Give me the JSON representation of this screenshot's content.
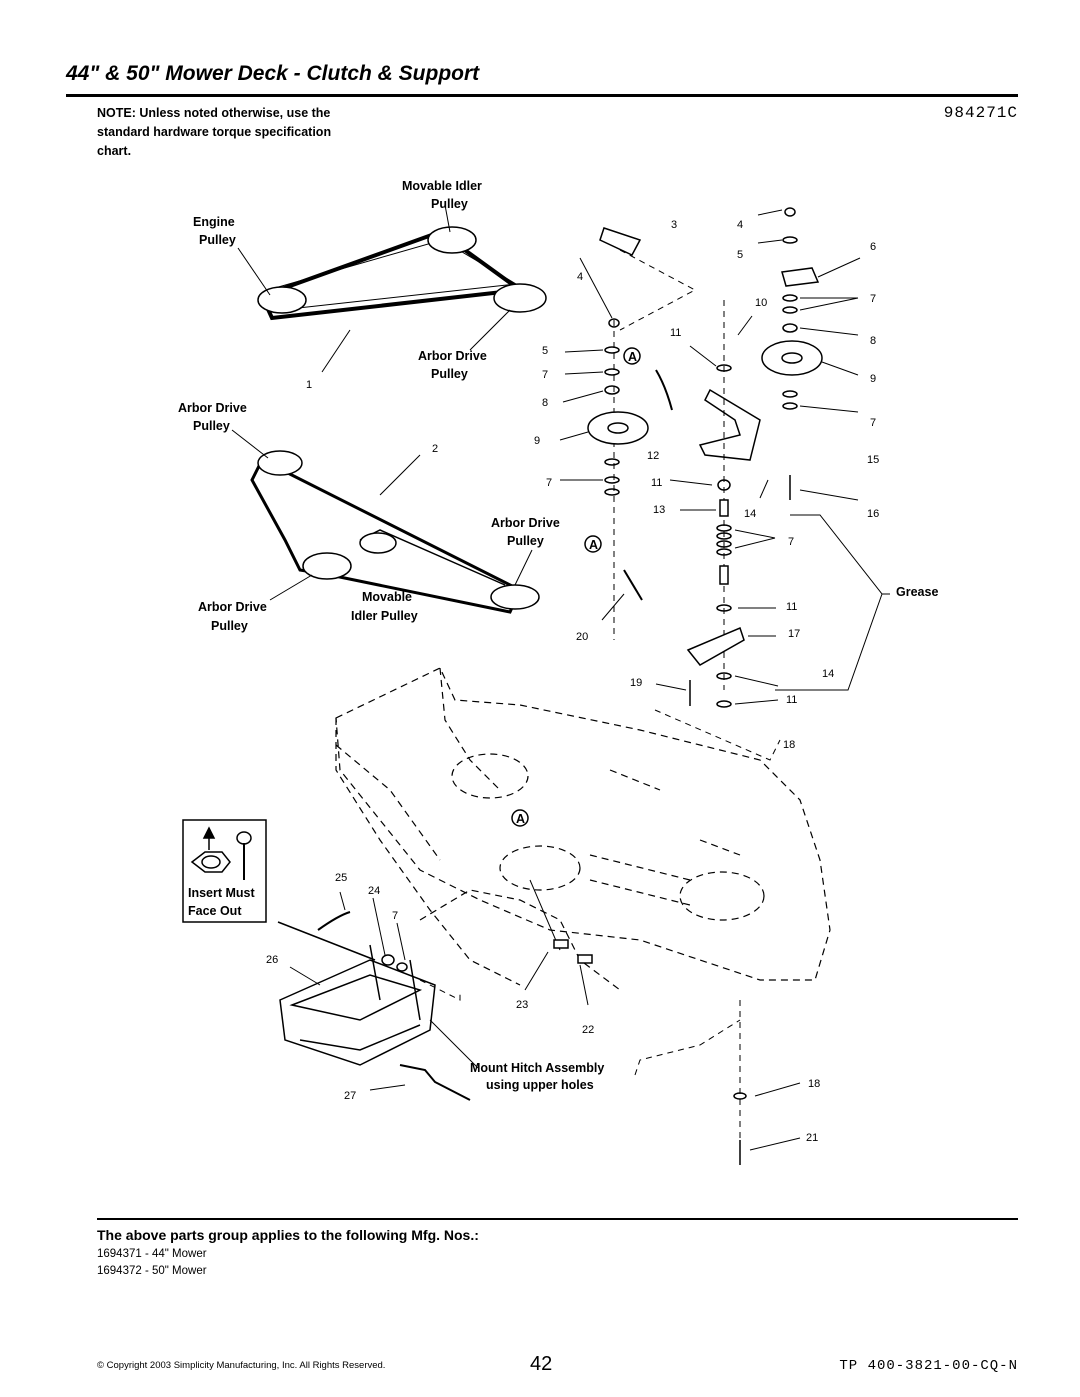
{
  "header": {
    "title": "44\" & 50\" Mower Deck - Clutch & Support",
    "doc_number": "984271C",
    "note": "NOTE: Unless noted otherwise, use the standard hardware torque specification chart."
  },
  "diagram": {
    "labels": {
      "movable_idler": "Movable Idler",
      "pulley": "Pulley",
      "engine": "Engine",
      "arbor_drive": "Arbor Drive",
      "movable": "Movable",
      "idler_pulley": "Idler Pulley",
      "grease": "Grease",
      "insert_must": "Insert Must",
      "face_out": "Face Out",
      "mount_hitch": "Mount Hitch Assembly",
      "upper_holes": "using upper holes",
      "callout_a": "A"
    },
    "part_numbers": [
      "1",
      "2",
      "3",
      "4",
      "5",
      "6",
      "7",
      "8",
      "9",
      "10",
      "11",
      "12",
      "13",
      "14",
      "15",
      "16",
      "17",
      "18",
      "19",
      "20",
      "21",
      "22",
      "23",
      "24",
      "25",
      "26",
      "27"
    ]
  },
  "applies": {
    "heading": "The above parts group applies to the following Mfg. Nos.:",
    "mfg": [
      "1694371 - 44\" Mower",
      "1694372 - 50\" Mower"
    ]
  },
  "footer": {
    "copyright": "© Copyright 2003 Simplicity Manufacturing, Inc. All Rights Reserved.",
    "page": "42",
    "tp": "TP 400-3821-00-CQ-N"
  }
}
